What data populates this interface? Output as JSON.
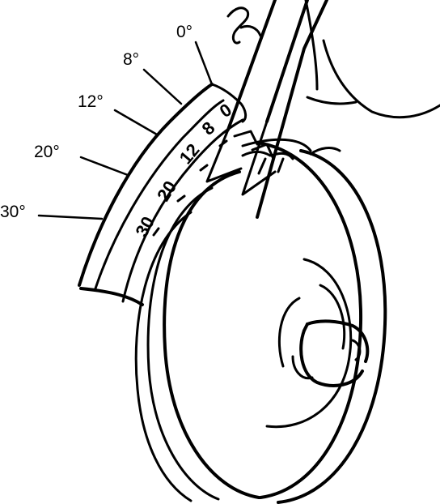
{
  "callouts": [
    {
      "id": "deg0",
      "label": "0°"
    },
    {
      "id": "deg8",
      "label": "8°"
    },
    {
      "id": "deg12",
      "label": "12°"
    },
    {
      "id": "deg20",
      "label": "20°"
    },
    {
      "id": "deg30",
      "label": "30°"
    }
  ],
  "scale_marks": [
    {
      "id": "mark30",
      "label": "30"
    },
    {
      "id": "mark20",
      "label": "20"
    },
    {
      "id": "mark12",
      "label": "12"
    },
    {
      "id": "mark8",
      "label": "8"
    },
    {
      "id": "mark0",
      "label": "0"
    }
  ]
}
